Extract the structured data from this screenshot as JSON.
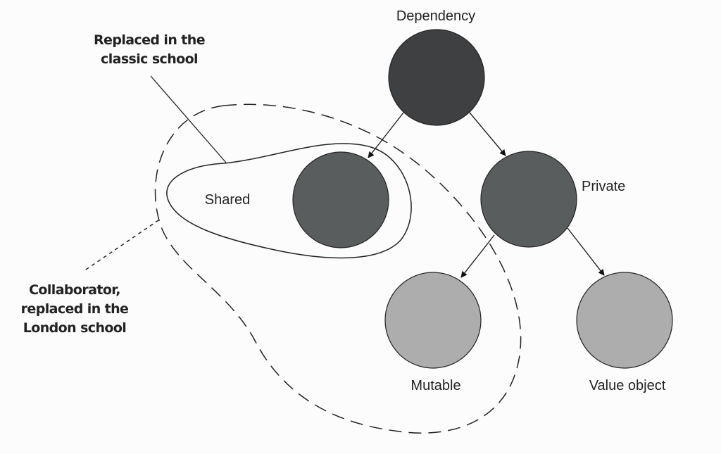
{
  "diagram": {
    "nodes": [
      {
        "id": "dependency",
        "label": "Dependency",
        "fill": "#3f4042"
      },
      {
        "id": "shared",
        "label": "Shared",
        "fill": "#5a5d5e"
      },
      {
        "id": "private",
        "label": "Private",
        "fill": "#5a5d5e"
      },
      {
        "id": "mutable",
        "label": "Mutable",
        "fill": "#acadac"
      },
      {
        "id": "value-object",
        "label": "Value object",
        "fill": "#acadac"
      }
    ],
    "edges": [
      {
        "from": "dependency",
        "to": "shared"
      },
      {
        "from": "dependency",
        "to": "private"
      },
      {
        "from": "private",
        "to": "mutable"
      },
      {
        "from": "private",
        "to": "value-object"
      }
    ],
    "annotations": {
      "classic": {
        "lines": [
          "Replaced in the",
          "classic school"
        ]
      },
      "london": {
        "lines": [
          "Collaborator,",
          "replaced in the",
          "London school"
        ]
      }
    }
  }
}
